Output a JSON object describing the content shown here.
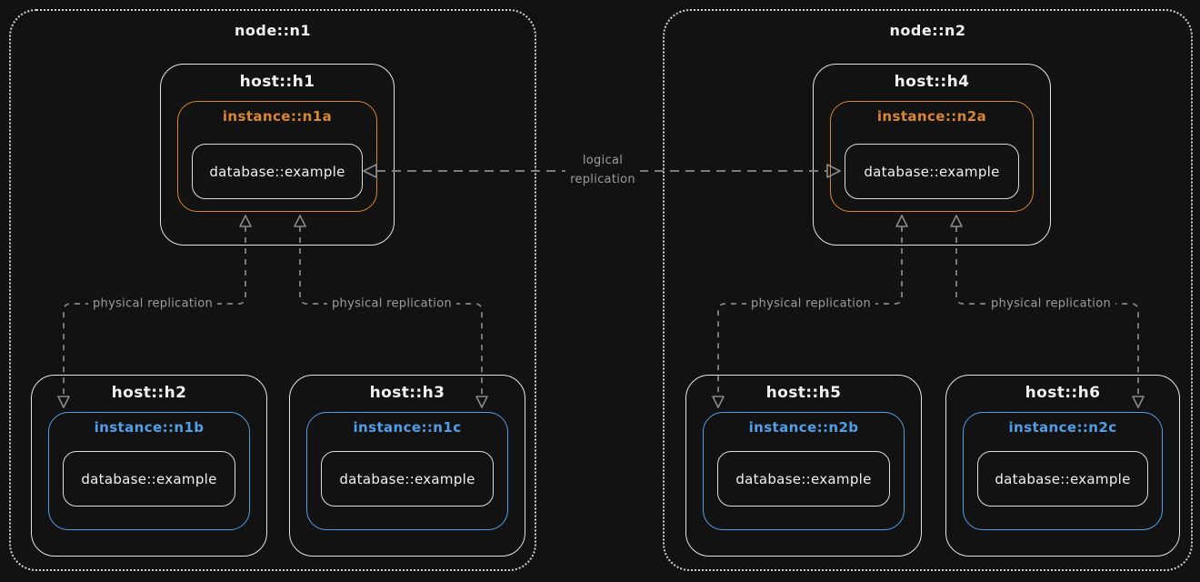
{
  "colors": {
    "bg": "#121212",
    "node_border": "#d0d0d0",
    "host_border": "#e4e4e4",
    "db_border": "#dcdcdc",
    "text": "#f1f1f1",
    "primary_accent": "#d9862c",
    "standby_accent": "#4f9fe8",
    "arrow": "#8a8a8a",
    "arrow_label": "#9d9d9d"
  },
  "nodes": [
    {
      "label": "node::n1",
      "primary": {
        "host": "host::h1",
        "instance": "instance::n1a",
        "database": "database::example"
      },
      "standbys": [
        {
          "host": "host::h2",
          "instance": "instance::n1b",
          "database": "database::example"
        },
        {
          "host": "host::h3",
          "instance": "instance::n1c",
          "database": "database::example"
        }
      ]
    },
    {
      "label": "node::n2",
      "primary": {
        "host": "host::h4",
        "instance": "instance::n2a",
        "database": "database::example"
      },
      "standbys": [
        {
          "host": "host::h5",
          "instance": "instance::n2b",
          "database": "database::example"
        },
        {
          "host": "host::h6",
          "instance": "instance::n2c",
          "database": "database::example"
        }
      ]
    }
  ],
  "edges": {
    "logical_label_lines": [
      "logical",
      "replication"
    ],
    "physical_labels": [
      "physical replication",
      "physical replication",
      "physical replication",
      "physical replication"
    ]
  }
}
